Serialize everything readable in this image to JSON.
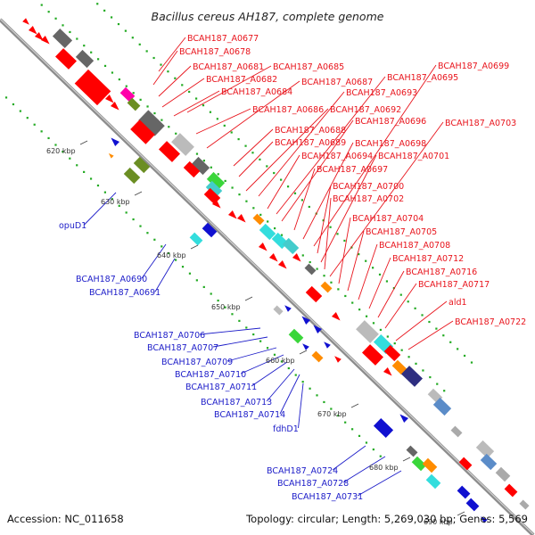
{
  "title": "Bacillus cereus AH187, complete genome",
  "footer": {
    "accession": "Accession: NC_011658",
    "topology": "Topology: circular; Length: 5,269,030 bp; Genes: 5,569"
  },
  "colors": {
    "forward_label": "#e8141c",
    "reverse_label": "#1c1cc8",
    "backbone": "#9a9a9a",
    "dots": "#22aa22"
  },
  "kbp_ticks": [
    "620 kbp",
    "630 kbp",
    "640 kbp",
    "650 kbp",
    "660 kbp",
    "670 kbp",
    "680 kbp",
    "690 kbp"
  ],
  "forward_labels": [
    "BCAH187_A0677",
    "BCAH187_A0678",
    "BCAH187_A0681",
    "BCAH187_A0682",
    "BCAH187_A0684",
    "BCAH187_A0685",
    "BCAH187_A0686",
    "BCAH187_A0687",
    "BCAH187_A0688",
    "BCAH187_A0689",
    "BCAH187_A0692",
    "BCAH187_A0693",
    "BCAH187_A0694",
    "BCAH187_A0695",
    "BCAH187_A0696",
    "BCAH187_A0697",
    "BCAH187_A0698",
    "BCAH187_A0699",
    "BCAH187_A0700",
    "BCAH187_A0701",
    "BCAH187_A0702",
    "BCAH187_A0703",
    "BCAH187_A0704",
    "BCAH187_A0705",
    "BCAH187_A0708",
    "BCAH187_A0712",
    "BCAH187_A0716",
    "BCAH187_A0717",
    "ald1",
    "BCAH187_A0722"
  ],
  "reverse_labels": [
    "opuD1",
    "BCAH187_A0690",
    "BCAH187_A0691",
    "BCAH187_A0706",
    "BCAH187_A0707",
    "BCAH187_A0709",
    "BCAH187_A0710",
    "BCAH187_A0711",
    "BCAH187_A0713",
    "BCAH187_A0714",
    "fdhD1",
    "BCAH187_A0724",
    "BCAH187_A0728",
    "BCAH187_A0731"
  ]
}
